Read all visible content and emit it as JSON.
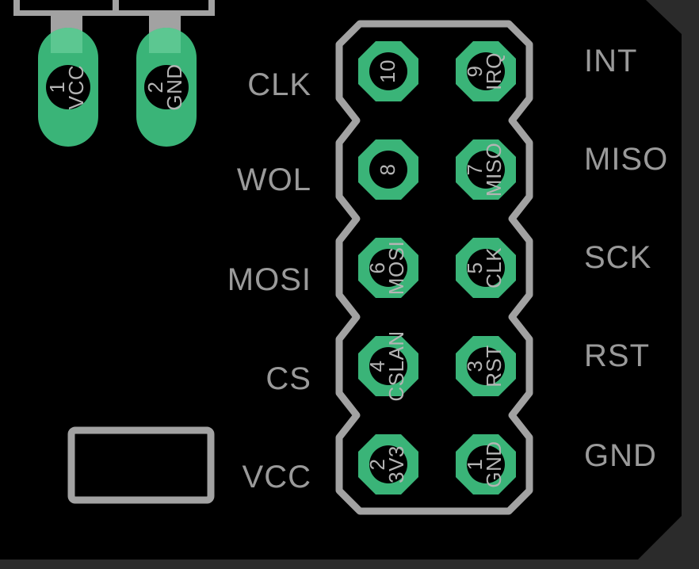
{
  "colors": {
    "board": "#000000",
    "outside_board": "#2b2b2b",
    "silkscreen": "#a2a2a2",
    "net_label": "#9a9a9a",
    "pad_text": "#b4b4b4",
    "pad_green": "#3ab478",
    "pad_green_light": "#5cc791",
    "hole": "#000000"
  },
  "left_labels": [
    "CLK",
    "WOL",
    "MOSI",
    "CS",
    "VCC"
  ],
  "right_labels": [
    "INT",
    "MISO",
    "SCK",
    "RST",
    "GND"
  ],
  "top_pads": [
    {
      "number": "1",
      "name": "VCC"
    },
    {
      "number": "2",
      "name": "GND"
    }
  ],
  "header_pads": [
    {
      "number": "10",
      "name": ""
    },
    {
      "number": "9",
      "name": "IRQ"
    },
    {
      "number": "8",
      "name": ""
    },
    {
      "number": "7",
      "name": "MISO"
    },
    {
      "number": "6",
      "name": "MOSI"
    },
    {
      "number": "5",
      "name": "CLK"
    },
    {
      "number": "4",
      "name": "CSLAN"
    },
    {
      "number": "3",
      "name": "RST"
    },
    {
      "number": "2",
      "name": "3V3"
    },
    {
      "number": "1",
      "name": "GND"
    }
  ]
}
